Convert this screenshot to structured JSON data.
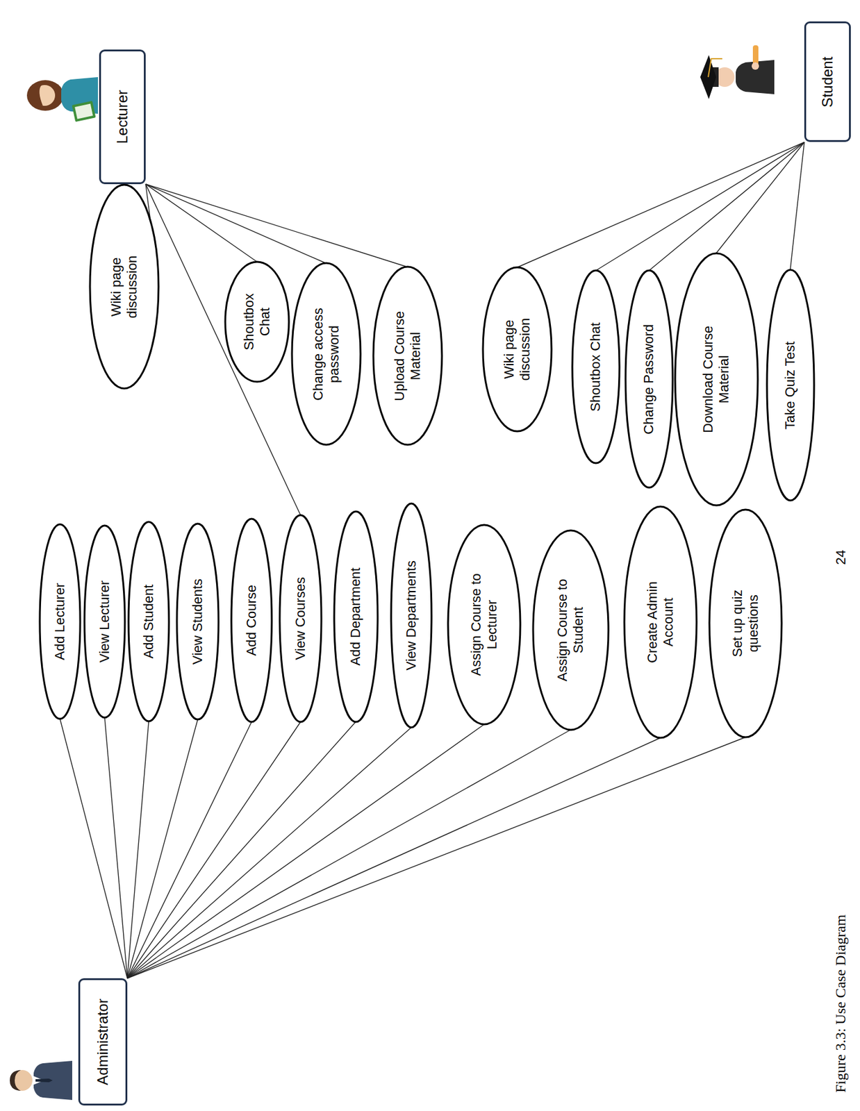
{
  "diagram": {
    "caption": "Figure 3.3: Use Case Diagram",
    "nodes": [
      {
        "text": [
          "Administrator"
        ]
      },
      {
        "text": [
          "Add Lecturer"
        ]
      },
      {
        "text": [
          "View Lecturer"
        ]
      },
      {
        "text": [
          "Add Student"
        ]
      },
      {
        "text": [
          "View Students"
        ]
      },
      {
        "text": [
          "Add Course"
        ]
      },
      {
        "text": [
          "View Courses"
        ]
      },
      {
        "text": [
          "Add Department"
        ]
      },
      {
        "text": [
          "View Departments"
        ]
      },
      {
        "text": [
          "Assign Course to Lecturer"
        ]
      },
      {
        "text": [
          "Assign Course to Student"
        ]
      },
      {
        "text": [
          "Create Admin Account"
        ]
      },
      {
        "text": [
          "Set up quiz questions"
        ]
      },
      {
        "text": [
          "Lecturer"
        ]
      },
      {
        "text": [
          "Wiki page discussion"
        ]
      },
      {
        "text": [
          "Shoutbox Chat"
        ]
      },
      {
        "text": [
          "Change access password"
        ]
      },
      {
        "text": [
          "Upload Course Material"
        ]
      },
      {
        "text": [
          "Student"
        ]
      },
      {
        "text": [
          "Wiki page discussion"
        ]
      },
      {
        "text": [
          "Shoutbox Chat"
        ]
      },
      {
        "text": [
          "Change Password"
        ]
      },
      {
        "text": [
          "Download Course Material"
        ]
      },
      {
        "text": [
          "Take Quiz Test"
        ]
      }
    ],
    "edges": [
      {
        "from": 0,
        "to": 1,
        "arrow": "none"
      },
      {
        "from": 0,
        "to": 2,
        "arrow": "none"
      },
      {
        "from": 0,
        "to": 3,
        "arrow": "none"
      },
      {
        "from": 0,
        "to": 4,
        "arrow": "none"
      },
      {
        "from": 0,
        "to": 5,
        "arrow": "none"
      },
      {
        "from": 0,
        "to": 6,
        "arrow": "none"
      },
      {
        "from": 0,
        "to": 7,
        "arrow": "none"
      },
      {
        "from": 0,
        "to": 8,
        "arrow": "none"
      },
      {
        "from": 0,
        "to": 9,
        "arrow": "none"
      },
      {
        "from": 0,
        "to": 10,
        "arrow": "none"
      },
      {
        "from": 0,
        "to": 11,
        "arrow": "none"
      },
      {
        "from": 0,
        "to": 12,
        "arrow": "none"
      },
      {
        "from": 13,
        "to": 14,
        "arrow": "none"
      },
      {
        "from": 13,
        "to": 15,
        "arrow": "none"
      },
      {
        "from": 13,
        "to": 16,
        "arrow": "none"
      },
      {
        "from": 13,
        "to": 17,
        "arrow": "none"
      },
      {
        "from": 13,
        "to": 6,
        "arrow": "none"
      },
      {
        "from": 18,
        "to": 19,
        "arrow": "none"
      },
      {
        "from": 18,
        "to": 20,
        "arrow": "none"
      },
      {
        "from": 18,
        "to": 21,
        "arrow": "none"
      },
      {
        "from": 18,
        "to": 22,
        "arrow": "none"
      },
      {
        "from": 18,
        "to": 23,
        "arrow": "none"
      }
    ],
    "labels": [
      "24"
    ]
  }
}
